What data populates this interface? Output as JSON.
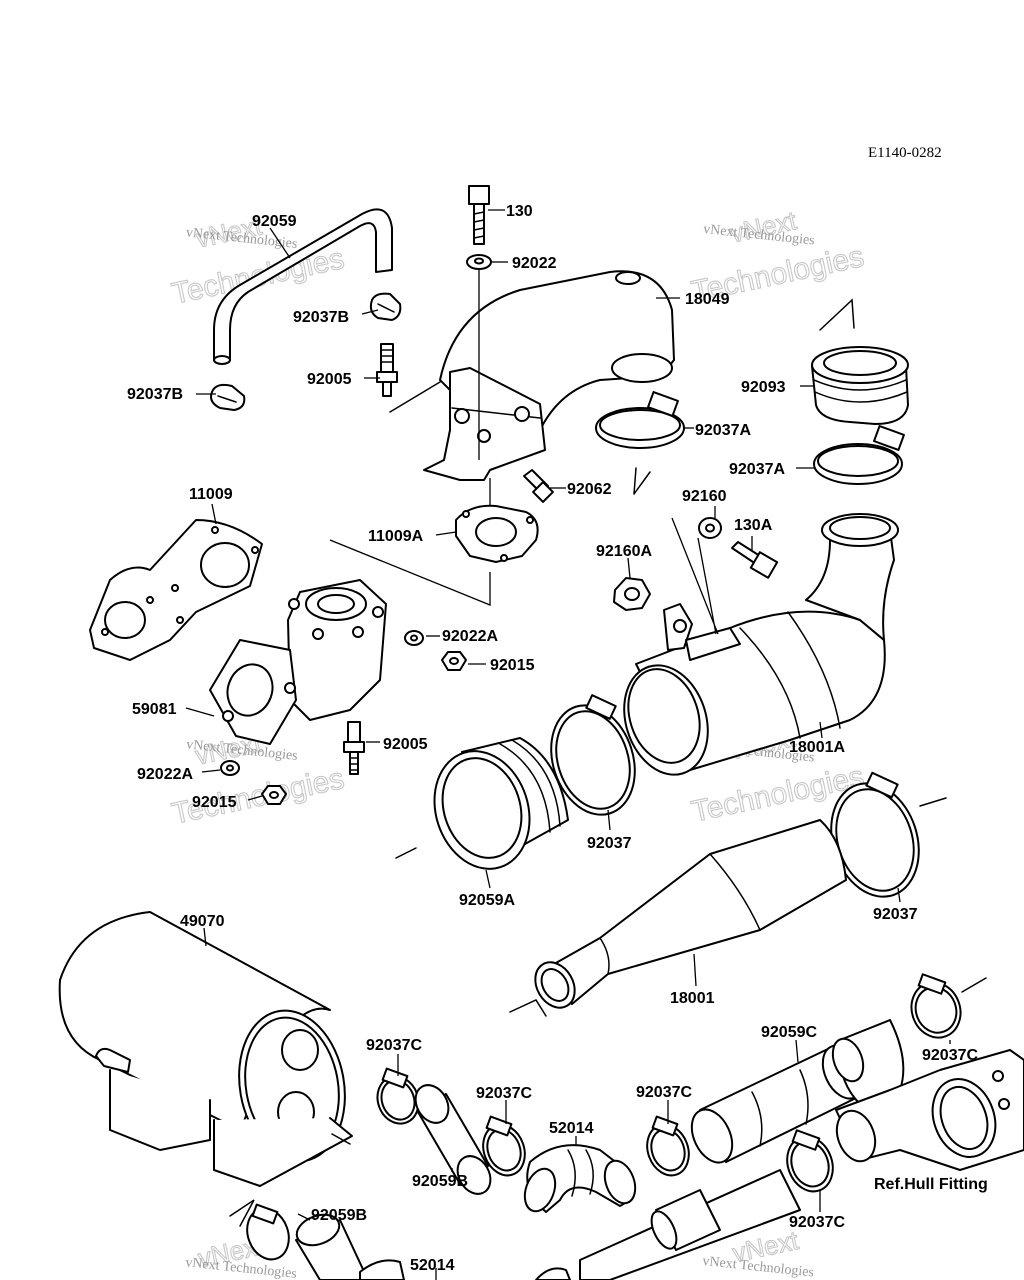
{
  "diagram_code": "E1140-0282",
  "reference_label": "Ref.Hull Fitting",
  "watermark": {
    "brand": "vNext",
    "line1": "vNext Technologies",
    "line2": "Technologies"
  },
  "parts": [
    "130",
    "92022",
    "18049",
    "92059",
    "92037B",
    "92037B",
    "92005",
    "92093",
    "92037A",
    "92037A",
    "92062",
    "92160",
    "130A",
    "11009",
    "11009A",
    "92160A",
    "92022A",
    "92015",
    "59081",
    "92005",
    "92022A",
    "92015",
    "18001A",
    "92037",
    "92059A",
    "92037",
    "49070",
    "18001",
    "92059C",
    "92037C",
    "92037C",
    "92037C",
    "92037C",
    "52014",
    "92037C",
    "92059B",
    "92059B",
    "52014"
  ]
}
